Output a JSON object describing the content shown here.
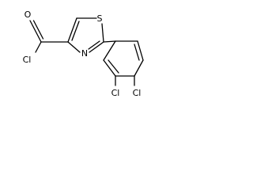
{
  "molecule": {
    "atoms": {
      "acyl_o": "O",
      "acyl_cl": "Cl",
      "ring_s": "S",
      "ring_n": "N",
      "aryl_cl_ortho": "Cl",
      "aryl_cl_meta": "Cl"
    },
    "colors": {
      "bond": "#000000",
      "label": "#000000",
      "background": "#ffffff"
    }
  }
}
